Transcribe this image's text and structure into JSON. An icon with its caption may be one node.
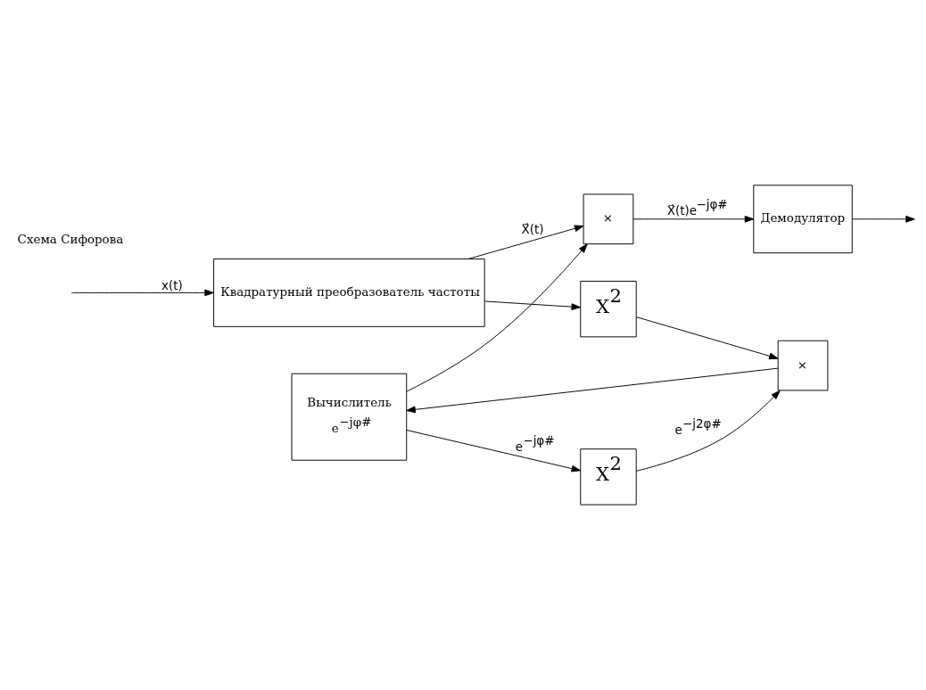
{
  "diagram": {
    "nodes": [
      {
        "text": [
          "Квадратурный преобразователь частоты"
        ]
      },
      {
        "text": [
          "×"
        ]
      },
      {
        "text": [
          "Демодулятор"
        ]
      },
      {
        "text": [
          "X$^{2}$"
        ]
      },
      {
        "text": [
          "×"
        ]
      },
      {
        "text": [
          "X$^{2}$"
        ]
      },
      {
        "text": [
          "Вычислитель",
          "e$^{−jφ#}$"
        ]
      }
    ],
    "edges": [
      {
        "from": null,
        "to": 0,
        "arrow": "to",
        "label": "x(t)"
      },
      {
        "from": 0,
        "to": 1,
        "arrow": "to",
        "label": "X⃗(t)"
      },
      {
        "from": 0,
        "to": 3,
        "arrow": "to"
      },
      {
        "from": 1,
        "to": 2,
        "arrow": "to",
        "label": "X⃗(t)e$^{−jφ#}$"
      },
      {
        "from": 2,
        "to": null,
        "arrow": "to"
      },
      {
        "from": 3,
        "to": 4,
        "arrow": "to"
      },
      {
        "from": 6,
        "to": 1,
        "arrow": "to"
      },
      {
        "from": 6,
        "to": 5,
        "arrow": "to",
        "label": "e$^{−jφ#}$"
      },
      {
        "from": 5,
        "to": 4,
        "arrow": "to",
        "label": "e$^{−j2φ#}$"
      },
      {
        "from": 4,
        "to": 6,
        "arrow": "to"
      }
    ],
    "labels": [
      "Схема Сифорова"
    ]
  }
}
